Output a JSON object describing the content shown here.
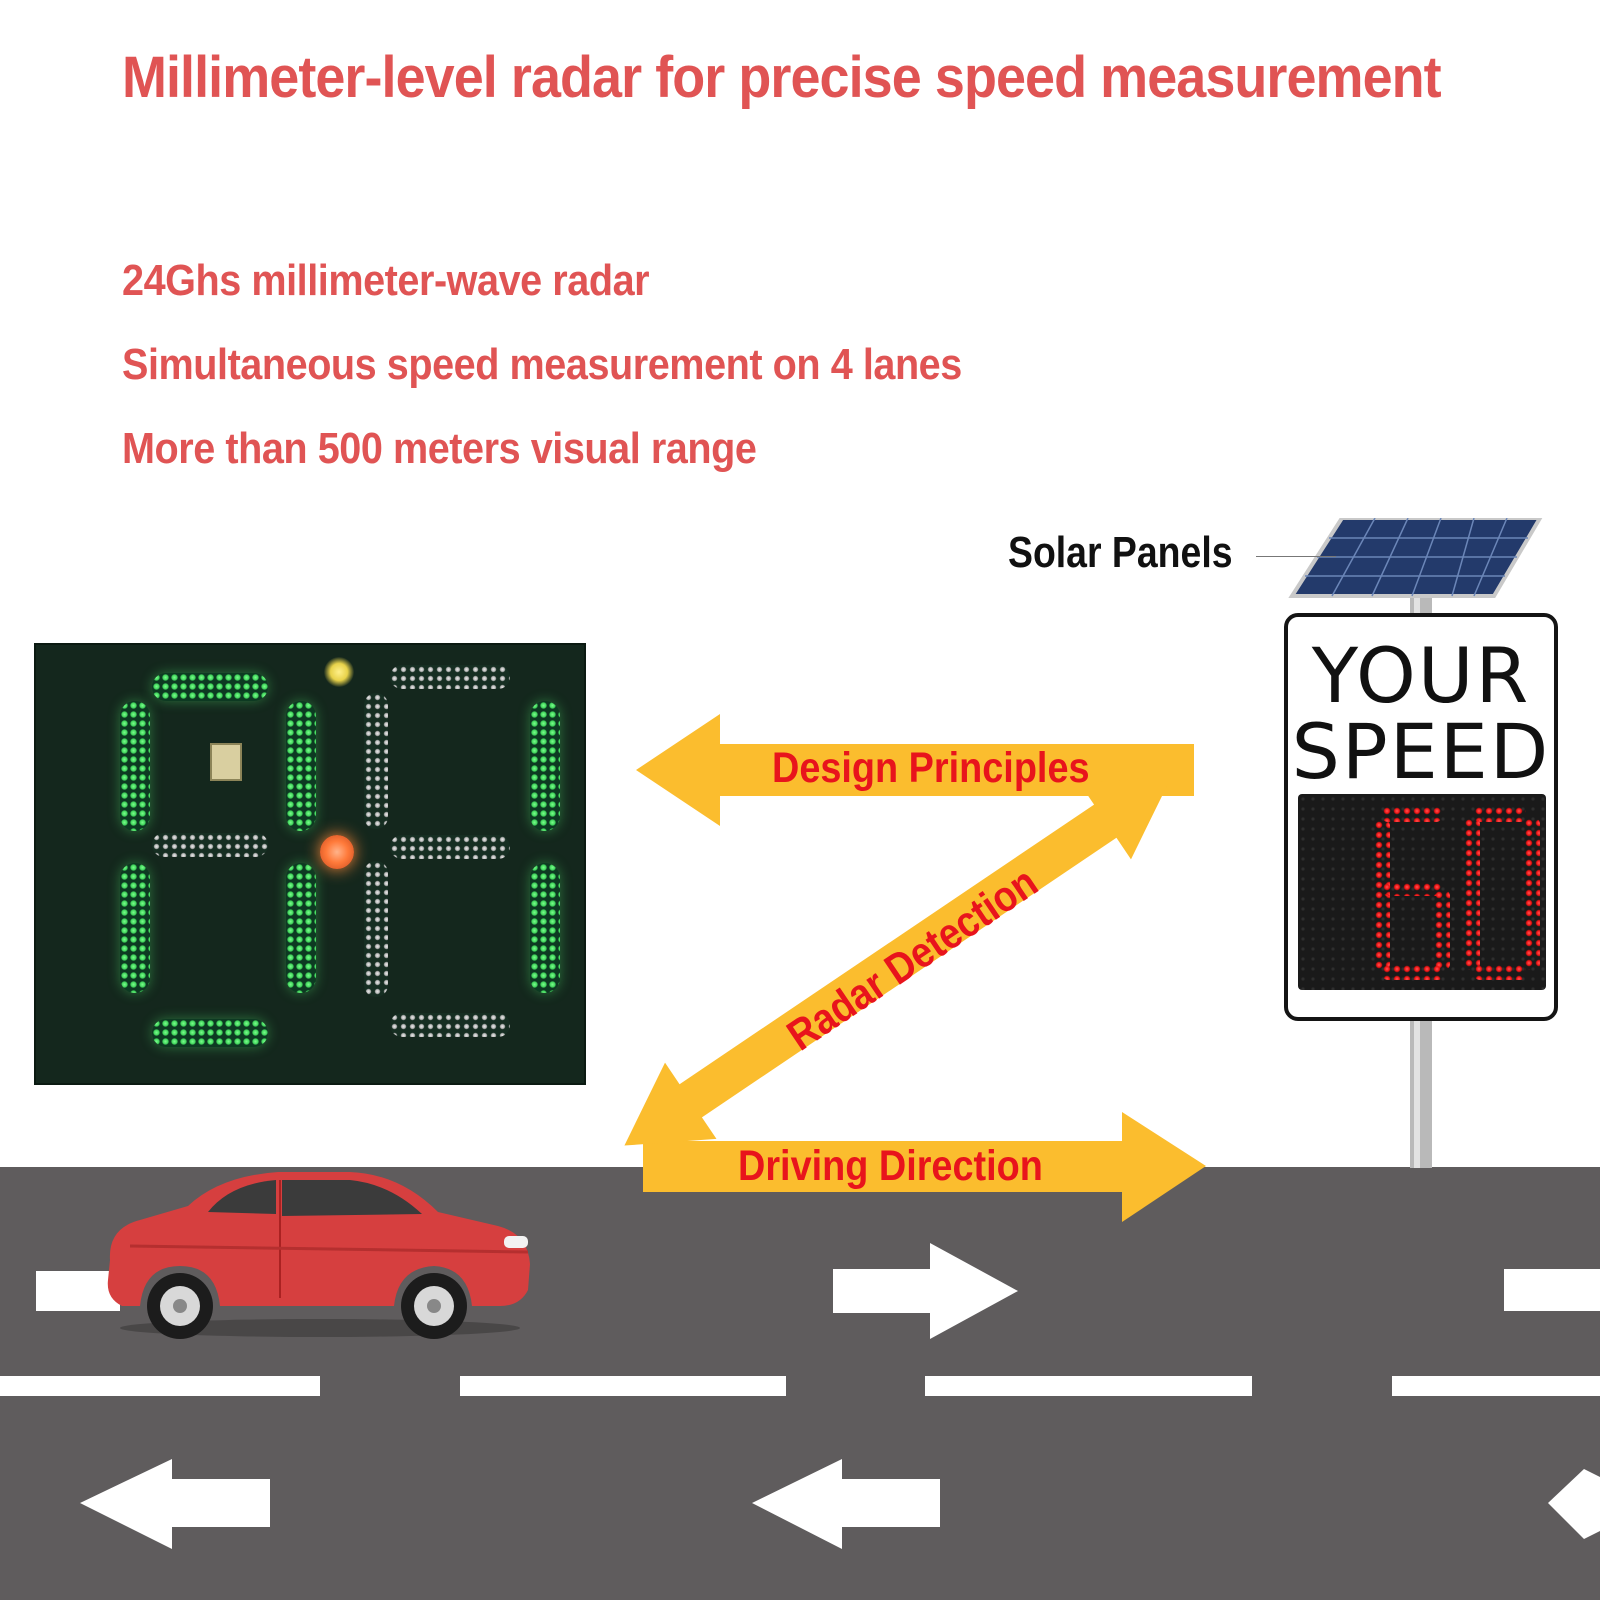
{
  "headline": "Millimeter-level radar for precise speed measurement",
  "features": [
    "24Ghs millimeter-wave radar",
    "Simultaneous speed measurement on 4 lanes",
    "More than 500 meters visual range"
  ],
  "solar_label": "Solar Panels",
  "arrows": {
    "design": "Design Principles",
    "radar": "Radar Detection",
    "driving": "Driving Direction"
  },
  "sign": {
    "line1": "YOUR",
    "line2": "SPEED",
    "speed": "60"
  },
  "colors": {
    "headline": "#e05454",
    "arrow_fill": "#fbbd2e",
    "arrow_text": "#e8141c",
    "road": "#5f5c5d",
    "led_green": "#3fd35a",
    "led_red": "#ff2222"
  }
}
